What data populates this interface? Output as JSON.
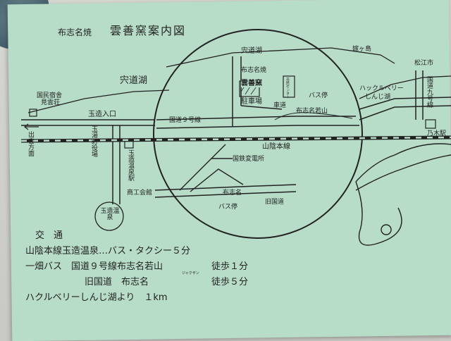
{
  "title": {
    "prefix": "布志名焼",
    "main": "雲善窯案内図"
  },
  "map_labels": {
    "lake_top": "宍道湖",
    "lake_left": "宍道湖",
    "kokumin": "国民宿舎",
    "kokumin2": "見雲荘",
    "tamatsukuri_iriguchi": "玉造入口",
    "izumo_direction": "出雲方面",
    "town_office": "玉湯町役場",
    "tamatsukuri_station": "玉造温泉駅",
    "shoko": "商工会館",
    "onsen_circle": "玉造温泉",
    "route9": "国道９号線",
    "fujina_kiln_area": "布志名焼",
    "unzen_kiln": "雲善窯",
    "parking": "駐車場",
    "center": "市民センター",
    "bus_stop_1": "バス停",
    "bus_stop_2": "バス停",
    "track": "車道",
    "wakayama": "布志名若山",
    "sanin_line": "山陰本線",
    "substation": "国鉄変電所",
    "fujina": "布志名",
    "old_road": "旧国道",
    "yomegashima": "嫁ヶ島",
    "matsue": "松江市",
    "huckleberry": "ハックルベリー",
    "shinjiko": "しんじ湖",
    "route9_vertical": "国道九号線",
    "nogi": "乃木駅"
  },
  "access": {
    "heading": "交　通",
    "line1": "山陰本線玉造温泉…バス・タクシー５分",
    "line2_a": "一畑バス　国道９号線布志名若山",
    "line2_ruby": "ジャクザン",
    "line2_b": "徒歩１分",
    "line3_a": "旧国道　布志名",
    "line3_b": "徒歩５分",
    "line4": "ハクルベリーしんじ湖より　１km"
  },
  "colors": {
    "paper": "#b7dcc8",
    "ink": "#222222"
  }
}
